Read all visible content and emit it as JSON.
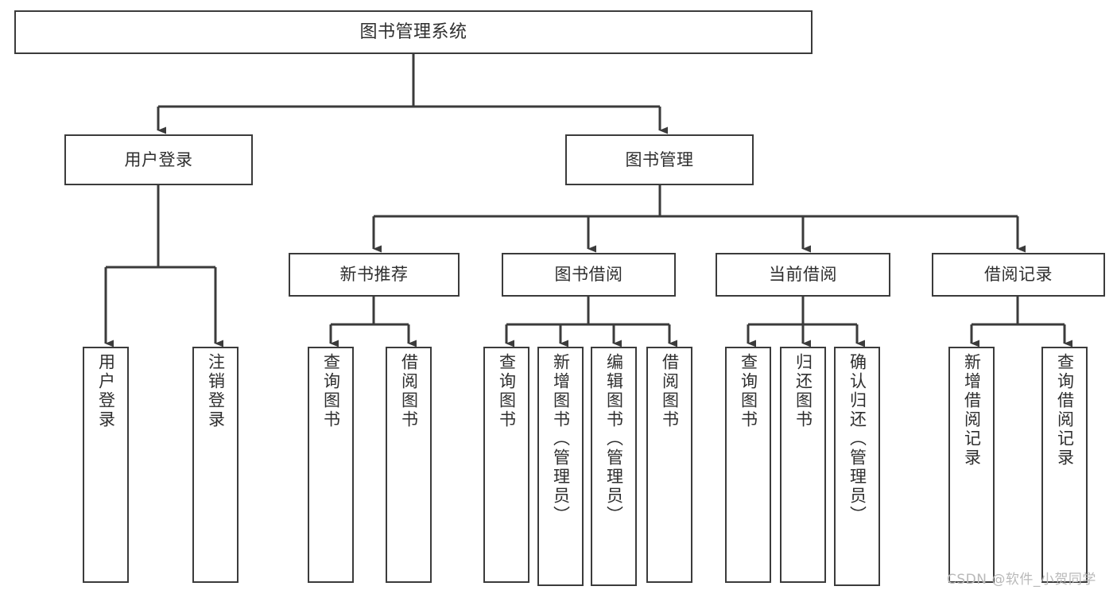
{
  "diagram": {
    "title": "图书管理系统",
    "type": "功能结构图",
    "watermark": "CSDN @软件_小贺同学",
    "colors": {
      "box_border": "#3b3b3b",
      "box_fill": "#ffffff",
      "edge": "#3b3b3b",
      "text": "#2f2f2f",
      "watermark": "#b9b9b9",
      "background": "#ffffff"
    },
    "nodes": {
      "root": {
        "id": "root",
        "label": "图书管理系统",
        "level": 1,
        "orientation": "horizontal"
      },
      "l2": [
        {
          "id": "user-login",
          "label": "用户登录",
          "level": 2,
          "orientation": "horizontal"
        },
        {
          "id": "book-management",
          "label": "图书管理",
          "level": 2,
          "orientation": "horizontal"
        }
      ],
      "l3": [
        {
          "id": "new-book-recommend",
          "label": "新书推荐",
          "level": 3,
          "orientation": "horizontal",
          "parent": "book-management"
        },
        {
          "id": "book-borrow",
          "label": "图书借阅",
          "level": 3,
          "orientation": "horizontal",
          "parent": "book-management"
        },
        {
          "id": "current-borrow",
          "label": "当前借阅",
          "level": 3,
          "orientation": "horizontal",
          "parent": "book-management"
        },
        {
          "id": "borrow-record",
          "label": "借阅记录",
          "level": 3,
          "orientation": "horizontal",
          "parent": "book-management"
        }
      ],
      "leaves": [
        {
          "id": "leaf-user-login",
          "label": "用户登录",
          "parent": "user-login",
          "orientation": "vertical"
        },
        {
          "id": "leaf-logout-login",
          "label": "注销登录",
          "parent": "user-login",
          "orientation": "vertical"
        },
        {
          "id": "leaf-query-book-1",
          "label": "查询图书",
          "parent": "new-book-recommend",
          "orientation": "vertical"
        },
        {
          "id": "leaf-borrow-book-1",
          "label": "借阅图书",
          "parent": "new-book-recommend",
          "orientation": "vertical"
        },
        {
          "id": "leaf-query-book-2",
          "label": "查询图书",
          "parent": "book-borrow",
          "orientation": "vertical"
        },
        {
          "id": "leaf-add-book",
          "label": "新增图书（管理员）",
          "parent": "book-borrow",
          "orientation": "vertical"
        },
        {
          "id": "leaf-edit-book",
          "label": "编辑图书（管理员）",
          "parent": "book-borrow",
          "orientation": "vertical"
        },
        {
          "id": "leaf-borrow-book-2",
          "label": "借阅图书",
          "parent": "book-borrow",
          "orientation": "vertical"
        },
        {
          "id": "leaf-query-book-3",
          "label": "查询图书",
          "parent": "current-borrow",
          "orientation": "vertical"
        },
        {
          "id": "leaf-return-book",
          "label": "归还图书",
          "parent": "current-borrow",
          "orientation": "vertical"
        },
        {
          "id": "leaf-confirm-return",
          "label": "确认归还（管理员）",
          "parent": "current-borrow",
          "orientation": "vertical"
        },
        {
          "id": "leaf-add-record",
          "label": "新增借阅记录",
          "parent": "borrow-record",
          "orientation": "vertical"
        },
        {
          "id": "leaf-query-record",
          "label": "查询借阅记录",
          "parent": "borrow-record",
          "orientation": "vertical"
        }
      ]
    }
  }
}
